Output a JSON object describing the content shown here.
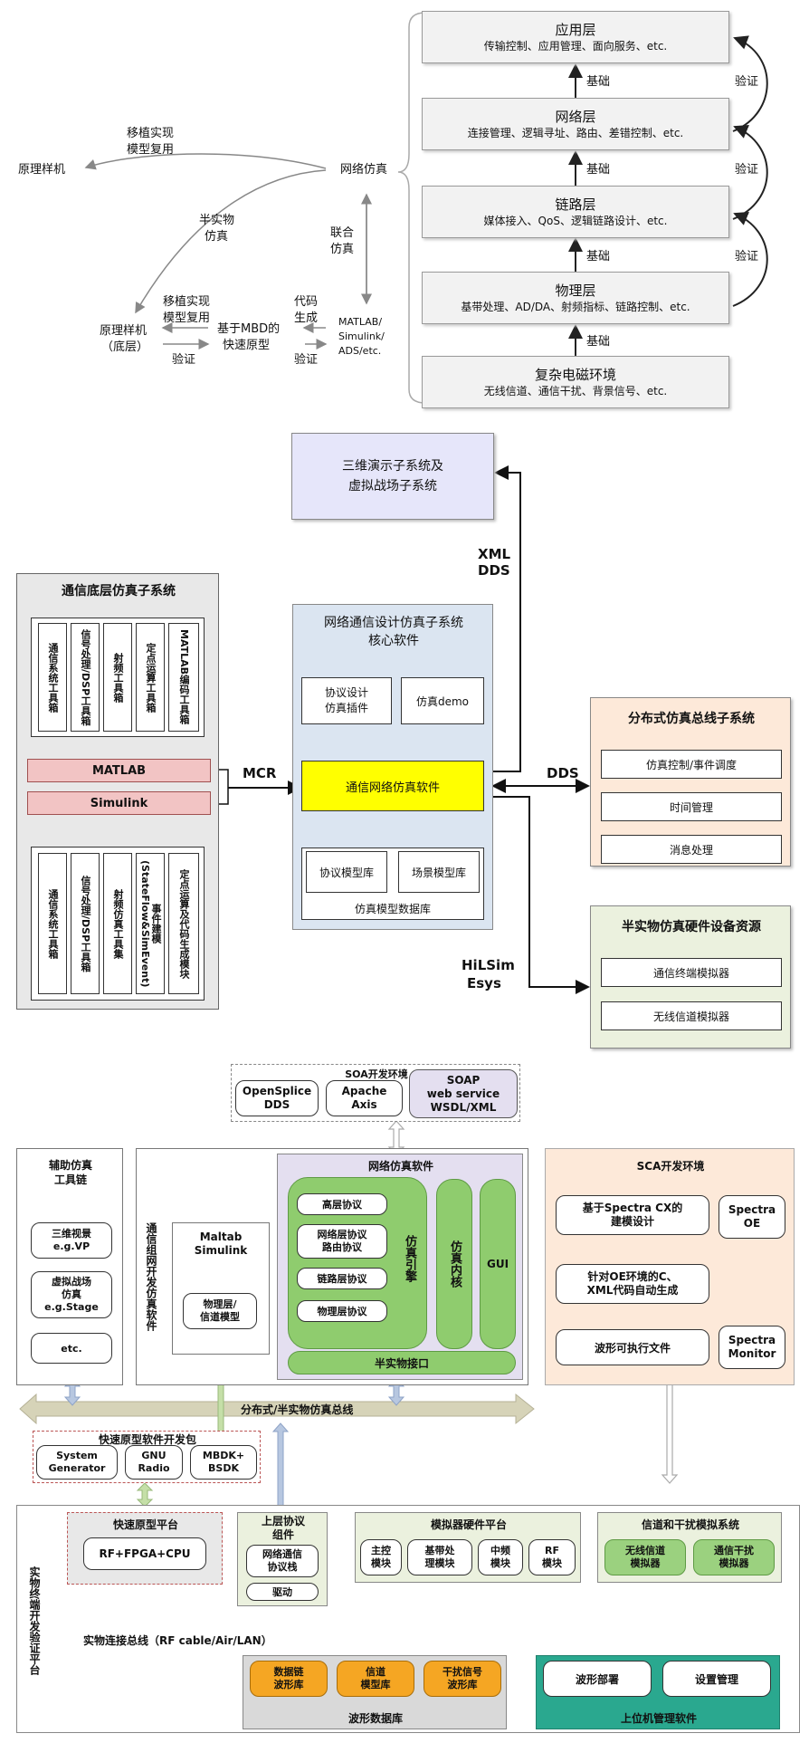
{
  "fig1": {
    "layers": [
      {
        "name": "应用层",
        "desc": "传输控制、应用管理、面向服务、etc."
      },
      {
        "name": "网络层",
        "desc": "连接管理、逻辑寻址、路由、差错控制、etc."
      },
      {
        "name": "链路层",
        "desc": "媒体接入、QoS、逻辑链路设计、etc."
      },
      {
        "name": "物理层",
        "desc": "基带处理、AD/DA、射频指标、链路控制、etc."
      },
      {
        "name": "复杂电磁环境",
        "desc": "无线信道、通信干扰、背景信号、etc."
      }
    ],
    "basis": "基础",
    "verify": "验证",
    "prototype": "原理样机",
    "transplant_top": [
      "移植实现",
      "模型复用"
    ],
    "net_sim": "网络仿真",
    "semi_phys": [
      "半实物",
      "仿真"
    ],
    "joint_sim": [
      "联合",
      "仿真"
    ],
    "proto_low": [
      "原理样机",
      "（底层）"
    ],
    "transplant_bot": [
      "移植实现",
      "模型复用"
    ],
    "verify_left": "验证",
    "mbd": [
      "基于MBD的",
      "快速原型"
    ],
    "codegen": [
      "代码",
      "生成"
    ],
    "verify_mid": "验证",
    "matlab": [
      "MATLAB/",
      "Simulink/",
      "ADS/etc."
    ]
  },
  "fig2": {
    "viz": [
      "三维演示子系统及",
      "虚拟战场子系统"
    ],
    "xml_dds": [
      "XML",
      "DDS"
    ],
    "comm_title": "通信底层仿真子系统",
    "top_tools": [
      "通信系统工具箱",
      "信号处理/DSP工具箱",
      "射频工具箱",
      "定点运算工具箱",
      "MATLAB编码工具箱"
    ],
    "matlab": "MATLAB",
    "simulink": "Simulink",
    "bot_tools": [
      "通信系统工具箱",
      "信号处理/DSP工具箱",
      "射频仿真工具集",
      "事件建模(StateFlow&SimEvent)",
      "定点运算及代码生成模块"
    ],
    "mcr": "MCR",
    "core_title": [
      "网络通信设计仿真子系统",
      "核心软件"
    ],
    "plugin": [
      "协议设计",
      "仿真插件"
    ],
    "demo": "仿真demo",
    "engine": "通信网络仿真软件",
    "proto_lib": "协议模型库",
    "scene_lib": "场景模型库",
    "model_db": "仿真模型数据库",
    "dds": "DDS",
    "dist_title": "分布式仿真总线子系统",
    "dist_items": [
      "仿真控制/事件调度",
      "时间管理",
      "消息处理"
    ],
    "hil_title": "半实物仿真硬件设备资源",
    "hil_items": [
      "通信终端模拟器",
      "无线信道模拟器"
    ],
    "hilsim": [
      "HiLSim",
      "Esys"
    ]
  },
  "fig3": {
    "soa_title": "SOA开发环境",
    "soa_items": [
      [
        "OpenSplice",
        "DDS"
      ],
      [
        "Apache",
        "Axis"
      ],
      [
        "SOAP",
        "web service",
        "WSDL/XML"
      ]
    ],
    "aux_title": [
      "辅助仿真",
      "工具链"
    ],
    "aux_items": [
      [
        "三维视景",
        "e.g.VP"
      ],
      [
        "虚拟战场",
        "仿真",
        "e.g.Stage"
      ],
      [
        "etc."
      ]
    ],
    "net_dev_vertical": "通信组网开发仿真软件",
    "net_sw_title": "网络仿真软件",
    "protocols": [
      "高层协议",
      [
        "网络层协议",
        "路由协议"
      ],
      "链路层协议",
      "物理层协议"
    ],
    "engine": "仿真引擎",
    "kernel": "仿真内核",
    "gui": "GUI",
    "semi_iface": "半实物接口",
    "matlab_sim": [
      "Maltab",
      "Simulink"
    ],
    "phy_model": [
      "物理层/",
      "信道模型"
    ],
    "sca_title": "SCA开发环境",
    "sca_items": [
      [
        "基于Spectra CX的",
        "建模设计"
      ],
      [
        "针对OE环境的C、",
        "XML代码自动生成"
      ],
      "波形可执行文件"
    ],
    "spectra_oe": [
      "Spectra",
      "OE"
    ],
    "spectra_mon": [
      "Spectra",
      "Monitor"
    ],
    "dist_bus": "分布式/半实物仿真总线",
    "fast_title": "快速原型软件开发包",
    "fast_items": [
      [
        "System",
        "Generator"
      ],
      [
        "GNU",
        "Radio"
      ],
      [
        "MBDK+",
        "BSDK"
      ]
    ],
    "phys_vertical": "实物终端开发验证平台",
    "fp_title": "快速原型平台",
    "fp_item": "RF+FPGA+CPU",
    "upper_title": [
      "上层协议",
      "组件"
    ],
    "upper_items": [
      [
        "网络通信",
        "协议栈"
      ],
      "驱动"
    ],
    "sim_hw_title": "模拟器硬件平台",
    "sim_hw_items": [
      [
        "主控",
        "模块"
      ],
      [
        "基带处",
        "理模块"
      ],
      [
        "中频",
        "模块"
      ],
      [
        "RF",
        "模块"
      ]
    ],
    "chan_title": "信道和干扰模拟系统",
    "chan_items": [
      [
        "无线信道",
        "模拟器"
      ],
      [
        "通信干扰",
        "模拟器"
      ]
    ],
    "phys_bus": "实物连接总线（RF cable/Air/LAN）",
    "wave_items": [
      [
        "数据链",
        "波形库"
      ],
      [
        "信道",
        "模型库"
      ],
      [
        "干扰信号",
        "波形库"
      ]
    ],
    "wave_db": "波形数据库",
    "host_items": [
      "波形部署",
      "设置管理"
    ],
    "host_title": "上位机管理软件"
  },
  "colors": {
    "layer_fill": "#f2f2f2",
    "viz_fill": "#e6e6fa",
    "core_fill": "#dbe5f1",
    "engine_fill": "#ffff00",
    "matlab_fill": "#f2c4c4",
    "dist_fill": "#fde9d9",
    "hil_fill": "#ebf1de",
    "green": "#9bd17f",
    "orange": "#f5a623",
    "teal": "#2aa88f",
    "purple": "#e4dff0"
  }
}
